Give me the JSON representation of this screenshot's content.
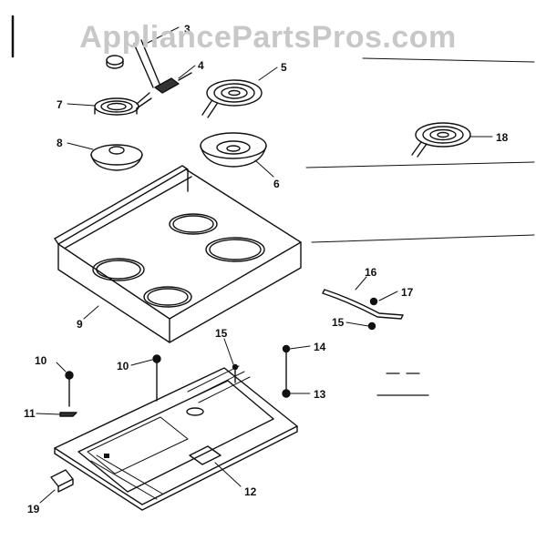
{
  "watermark": "AppliancePartsPros.com",
  "callouts": [
    {
      "id": "c3",
      "label": "3"
    },
    {
      "id": "c4",
      "label": "4"
    },
    {
      "id": "c5",
      "label": "5"
    },
    {
      "id": "c7",
      "label": "7"
    },
    {
      "id": "c8",
      "label": "8"
    },
    {
      "id": "c6",
      "label": "6"
    },
    {
      "id": "c18",
      "label": "18"
    },
    {
      "id": "c9",
      "label": "9"
    },
    {
      "id": "c16",
      "label": "16"
    },
    {
      "id": "c17",
      "label": "17"
    },
    {
      "id": "c15a",
      "label": "15"
    },
    {
      "id": "c14",
      "label": "14"
    },
    {
      "id": "c15b",
      "label": "15"
    },
    {
      "id": "c10a",
      "label": "10"
    },
    {
      "id": "c10b",
      "label": "10"
    },
    {
      "id": "c13",
      "label": "13"
    },
    {
      "id": "c11",
      "label": "11"
    },
    {
      "id": "c12",
      "label": "12"
    },
    {
      "id": "c19",
      "label": "19"
    }
  ],
  "colors": {
    "ink": "#111111",
    "watermark": "#c8c8c8"
  }
}
